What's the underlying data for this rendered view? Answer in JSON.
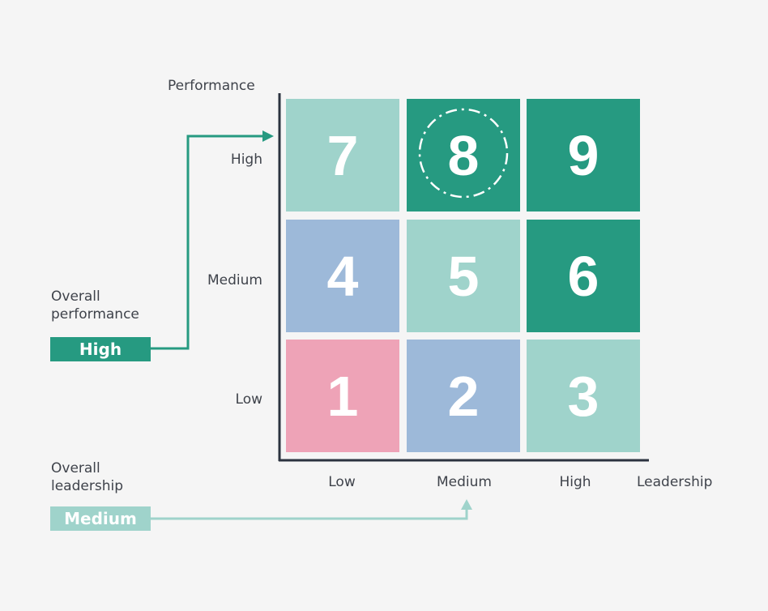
{
  "y_axis": {
    "title": "Performance",
    "levels": [
      "High",
      "Medium",
      "Low"
    ]
  },
  "x_axis": {
    "title": "Leadership",
    "levels": [
      "Low",
      "Medium",
      "High"
    ]
  },
  "grid": {
    "rows": [
      [
        {
          "number": "7",
          "color": "#9fd3cb"
        },
        {
          "number": "8",
          "color": "#269a81",
          "highlighted": true
        },
        {
          "number": "9",
          "color": "#269a81"
        }
      ],
      [
        {
          "number": "4",
          "color": "#9db9d9"
        },
        {
          "number": "5",
          "color": "#9fd3cb"
        },
        {
          "number": "6",
          "color": "#269a81"
        }
      ],
      [
        {
          "number": "1",
          "color": "#eea3b7"
        },
        {
          "number": "2",
          "color": "#9db9d9"
        },
        {
          "number": "3",
          "color": "#9fd3cb"
        }
      ]
    ]
  },
  "performance_input": {
    "label_line1": "Overall",
    "label_line2": "performance",
    "value": "High",
    "color": "#269a81"
  },
  "leadership_input": {
    "label_line1": "Overall",
    "label_line2": "leadership",
    "value": "Medium",
    "color": "#9fd3cb"
  }
}
